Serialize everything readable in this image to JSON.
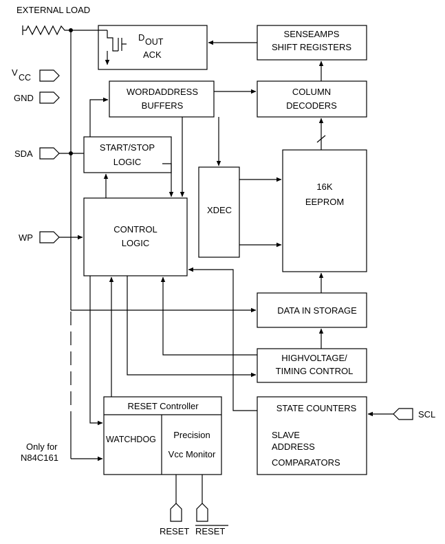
{
  "labels": {
    "external_load": "EXTERNAL LOAD",
    "dout_d": "D",
    "dout_sub": "OUT",
    "ack": "ACK",
    "senseamps_1": "SENSEAMPS",
    "senseamps_2": "SHIFT REGISTERS",
    "vcc_v": "V",
    "vcc_sub": "CC",
    "gnd": "GND",
    "sda": "SDA",
    "wp": "WP",
    "wordaddress_1": "WORDADDRESS",
    "wordaddress_2": "BUFFERS",
    "column_1": "COLUMN",
    "column_2": "DECODERS",
    "startstop_1": "START/STOP",
    "startstop_2": "LOGIC",
    "xdec": "XDEC",
    "eeprom_1": "16K",
    "eeprom_2": "EEPROM",
    "control_1": "CONTROL",
    "control_2": "LOGIC",
    "datain": "DATA IN STORAGE",
    "highvoltage_1": "HIGHVOLTAGE/",
    "highvoltage_2": "TIMING CONTROL",
    "reset_controller": "RESET Controller",
    "watchdog": "WATCHDOG",
    "precision": "Precision",
    "vcc_monitor": "Vcc Monitor",
    "state_counters": "STATE COUNTERS",
    "slave": "SLAVE",
    "address": "ADDRESS",
    "comparators": "COMPARATORS",
    "scl": "SCL",
    "only_for_1": "Only for",
    "only_for_2": "N84C161",
    "reset": "RESET",
    "reset_bar": "RESET"
  }
}
